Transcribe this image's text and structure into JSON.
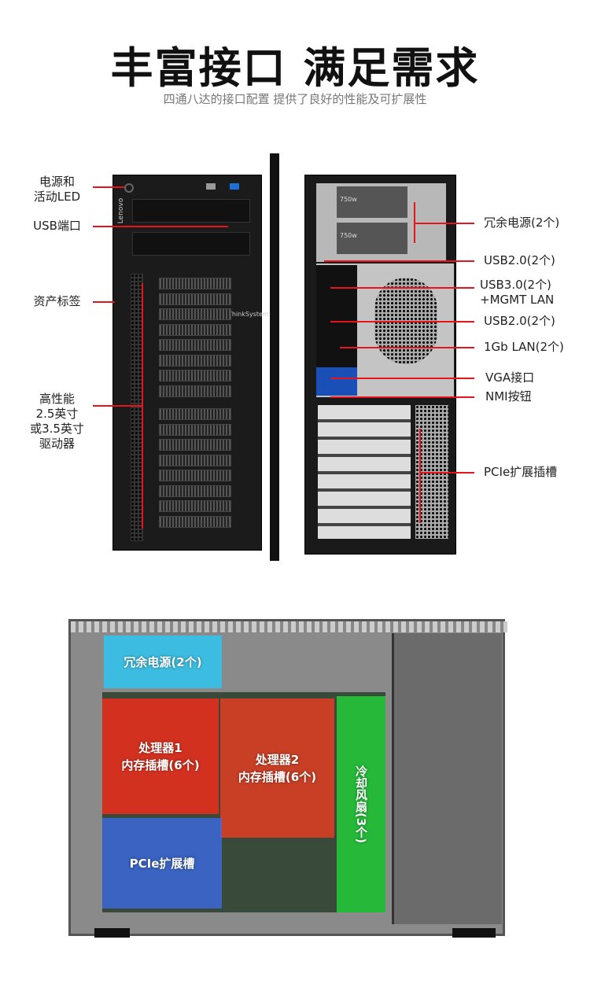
{
  "header": {
    "title": "丰富接口 满足需求",
    "subtitle": "四通八达的接口配置  提供了良好的性能及可扩展性"
  },
  "front": {
    "brand": "Lenovo",
    "model": "ThinkSystem",
    "labels": {
      "power_led_1": "电源和",
      "power_led_2": "活动LED",
      "usb": "USB端口",
      "asset": "资产标签",
      "drives_1": "高性能",
      "drives_2": "2.5英寸",
      "drives_3": "或3.5英寸",
      "drives_4": "驱动器"
    }
  },
  "rear": {
    "psu_rating": "750w",
    "labels": {
      "psu": "冗余电源(2个)",
      "usb2_a": "USB2.0(2个)",
      "usb3_1": "USB3.0(2个)",
      "usb3_2": "+MGMT LAN",
      "usb2_b": "USB2.0(2个)",
      "lan": "1Gb LAN(2个)",
      "vga": "VGA接口",
      "nmi": "NMI按钮",
      "pcie": "PCIe扩展插槽"
    }
  },
  "internal": {
    "psu": "冗余电源(2个)",
    "cpu1_1": "处理器1",
    "cpu1_2": "内存插槽(6个)",
    "cpu2_1": "处理器2",
    "cpu2_2": "内存插槽(6个)",
    "fans": "冷却风扇(3个)",
    "pcie": "PCIe扩展槽"
  },
  "colors": {
    "accent_line": "#e8141c",
    "psu_overlay": "#2ec4ee",
    "cpu_overlay": "#ff2a1a",
    "fan_overlay": "#22d43a",
    "pcie_overlay": "#3b6cf0"
  }
}
